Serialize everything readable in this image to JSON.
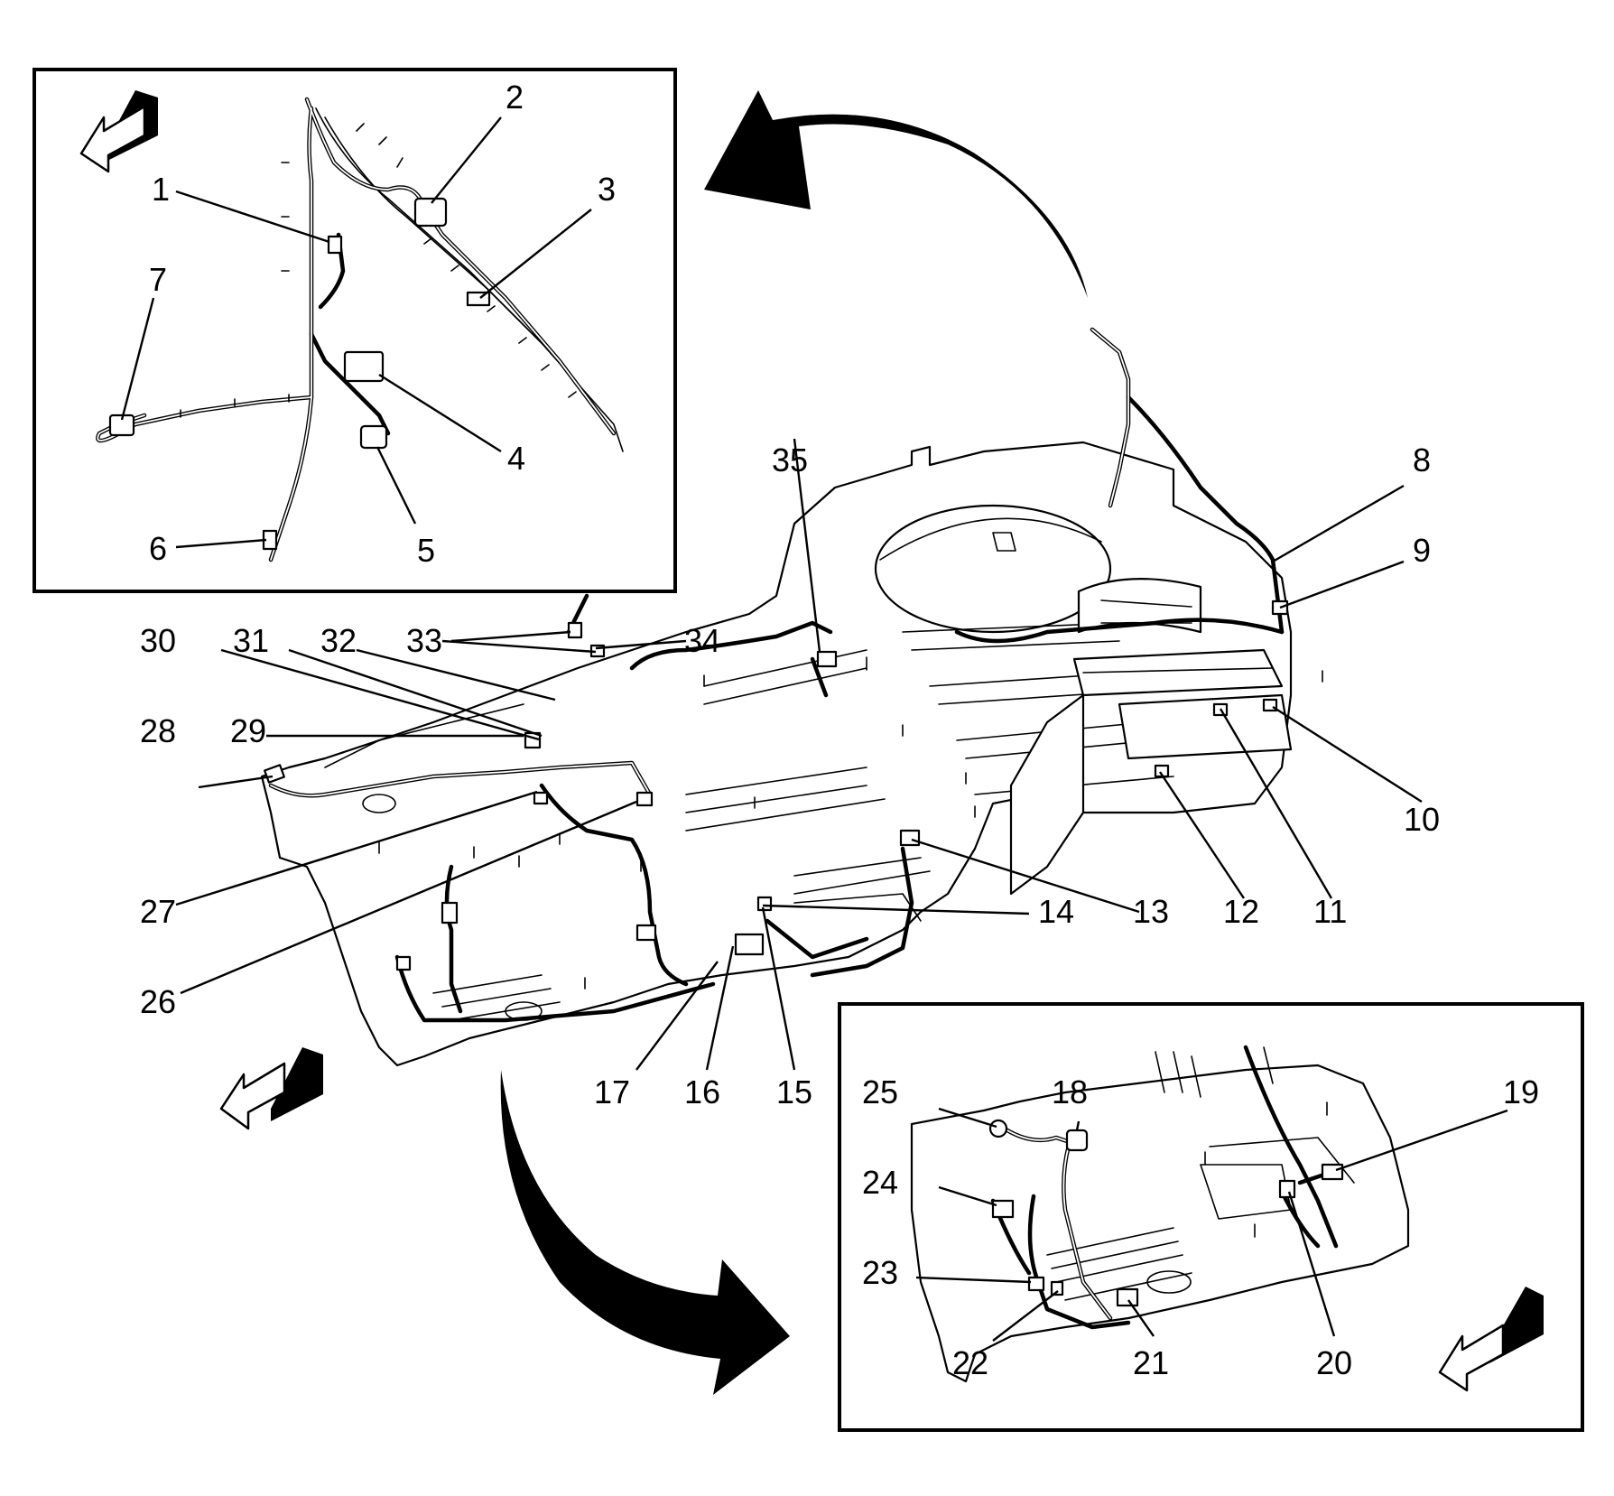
{
  "figure": {
    "callouts": [
      {
        "id": "1",
        "label": "1"
      },
      {
        "id": "2",
        "label": "2"
      },
      {
        "id": "3",
        "label": "3"
      },
      {
        "id": "4",
        "label": "4"
      },
      {
        "id": "5",
        "label": "5"
      },
      {
        "id": "6",
        "label": "6"
      },
      {
        "id": "7",
        "label": "7"
      },
      {
        "id": "8",
        "label": "8"
      },
      {
        "id": "9",
        "label": "9"
      },
      {
        "id": "10",
        "label": "10"
      },
      {
        "id": "11",
        "label": "11"
      },
      {
        "id": "12",
        "label": "12"
      },
      {
        "id": "13",
        "label": "13"
      },
      {
        "id": "14",
        "label": "14"
      },
      {
        "id": "15",
        "label": "15"
      },
      {
        "id": "16",
        "label": "16"
      },
      {
        "id": "17",
        "label": "17"
      },
      {
        "id": "18",
        "label": "18"
      },
      {
        "id": "19",
        "label": "19"
      },
      {
        "id": "20",
        "label": "20"
      },
      {
        "id": "21",
        "label": "21"
      },
      {
        "id": "22",
        "label": "22"
      },
      {
        "id": "23",
        "label": "23"
      },
      {
        "id": "24",
        "label": "24"
      },
      {
        "id": "25",
        "label": "25"
      },
      {
        "id": "26",
        "label": "26"
      },
      {
        "id": "27",
        "label": "27"
      },
      {
        "id": "28",
        "label": "28"
      },
      {
        "id": "29",
        "label": "29"
      },
      {
        "id": "30",
        "label": "30"
      },
      {
        "id": "31",
        "label": "31"
      },
      {
        "id": "32",
        "label": "32"
      },
      {
        "id": "33",
        "label": "33"
      },
      {
        "id": "34",
        "label": "34"
      },
      {
        "id": "35",
        "label": "35"
      }
    ]
  },
  "colors": {
    "ink": "#000000",
    "paper": "#ffffff"
  },
  "icons": {
    "forward_direction": "forward-arrow-icon",
    "detail_reference": "curved-arrow-icon"
  }
}
